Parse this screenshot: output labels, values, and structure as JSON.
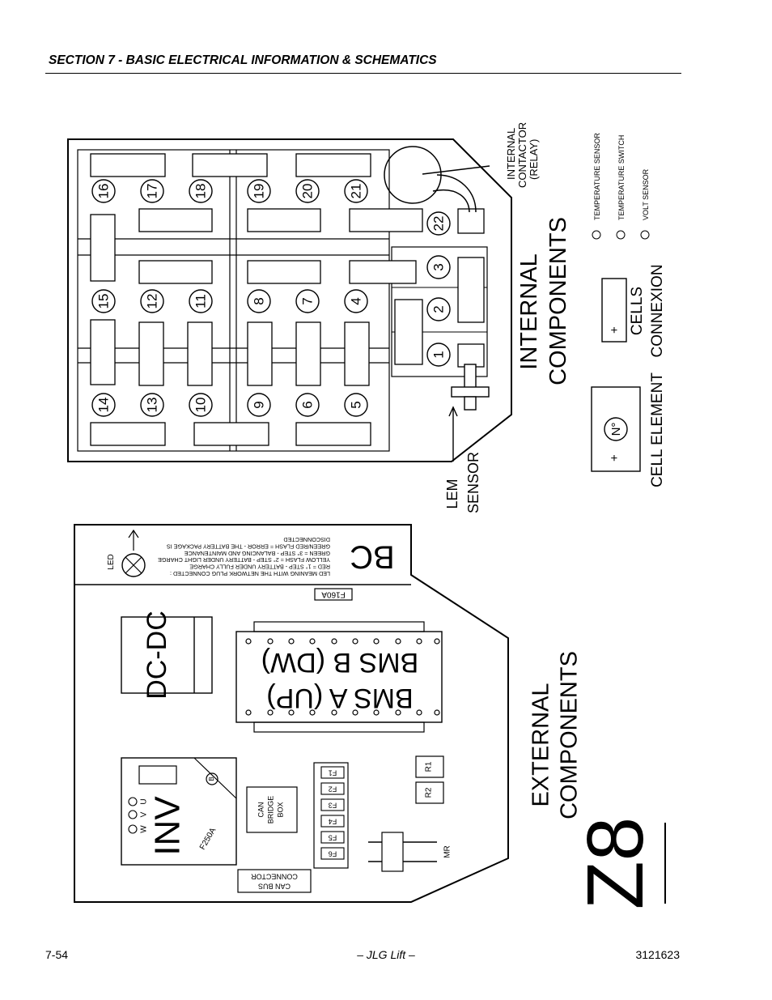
{
  "header": {
    "section_title": "SECTION 7 - BASIC ELECTRICAL INFORMATION & SCHEMATICS"
  },
  "footer": {
    "page_number": "7-54",
    "center": "– JLG Lift –",
    "doc_number": "3121623"
  },
  "internal": {
    "title_line1": "INTERNAL",
    "title_line2": "COMPONENTS",
    "contactor_line1": "INTERNAL",
    "contactor_line2": "CONTACTOR",
    "contactor_line3": "(RELAY)",
    "lem_line1": "LEM",
    "lem_line2": "SENSOR",
    "cells": [
      "1",
      "2",
      "3",
      "4",
      "5",
      "6",
      "7",
      "8",
      "9",
      "10",
      "11",
      "12",
      "13",
      "14",
      "15",
      "16",
      "17",
      "18",
      "19",
      "20",
      "21",
      "22"
    ]
  },
  "legend": {
    "temp_sensor": "TEMPERATURE SENSOR",
    "temp_switch": "TEMPERATURE SWITCH",
    "volt_sensor": "VOLT SENSOR",
    "cells_line1": "CELLS",
    "cells_line2": "CONNEXION",
    "cell_element": "CELL ELEMENT",
    "cell_no": "N°",
    "plus": "+"
  },
  "external": {
    "title_line1": "EXTERNAL",
    "title_line2": "COMPONENTS",
    "bc": "BC",
    "led": "LED",
    "led_notes": [
      "LED MEANING WITH THE NETWORK PLUG  CONNECTED :",
      "RED = 1° STEP - BATTERY UNDER FULLY CHARGE",
      "YELLOW FLASH = 2° STEP - BATTERY UNDER LIGHT CHARGE",
      "GREEN = 3° STEP - BALANCING AND MAINTENANCE",
      "GREEN/RED FLASH = ERROR - THE BATTERY PACKAGE IS",
      "DISCONNECTED"
    ],
    "fuse_main": "F160A",
    "dcdc": "DC-DC",
    "bms_a": "BMS A (UP)",
    "bms_b": "BMS B (DW)",
    "inv": "INV",
    "inv_fuse": "F250A",
    "phases": [
      "U",
      "V",
      "W"
    ],
    "can_bridge": [
      "CAN",
      "BRIDGE",
      "BOX"
    ],
    "can_bus": [
      "CAN BUS",
      "CONNECTOR"
    ],
    "fuses": [
      "F1",
      "F2",
      "F3",
      "F4",
      "F5",
      "F6"
    ],
    "resistors": [
      "R1",
      "R2"
    ],
    "mr": "MR",
    "b_mark": "B"
  },
  "model": "Z8"
}
